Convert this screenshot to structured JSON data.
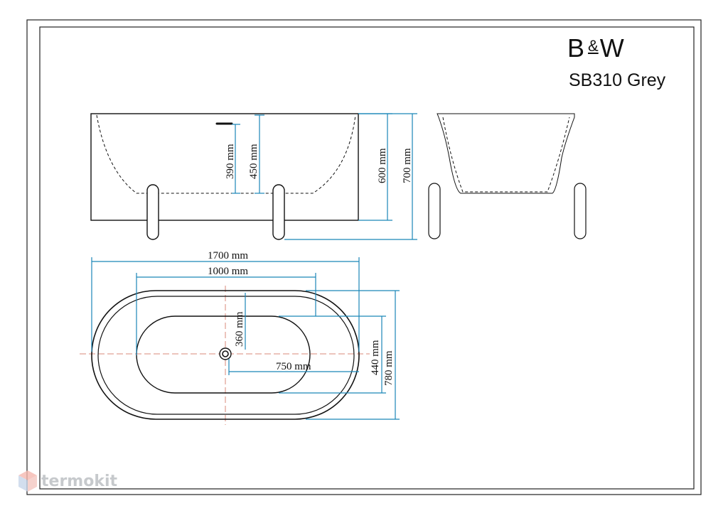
{
  "brand": {
    "left": "B",
    "amp": "&",
    "right": "W"
  },
  "model": "SB310 Grey",
  "watermark": "termokit",
  "colors": {
    "dimension": "#1a86b8",
    "outline": "#111111",
    "centerline": "#d9897a"
  },
  "side_view": {
    "dims": {
      "overflow_depth": "390 mm",
      "inner_depth": "450 mm",
      "rim_height": "600 mm",
      "total_height": "700 mm"
    }
  },
  "plan_view": {
    "dims": {
      "length": "1700 mm",
      "inner_length": "1000 mm",
      "drain_offset_y": "360 mm",
      "drain_offset_x": "750 mm",
      "inner_width": "440 mm",
      "width": "780 mm"
    }
  }
}
